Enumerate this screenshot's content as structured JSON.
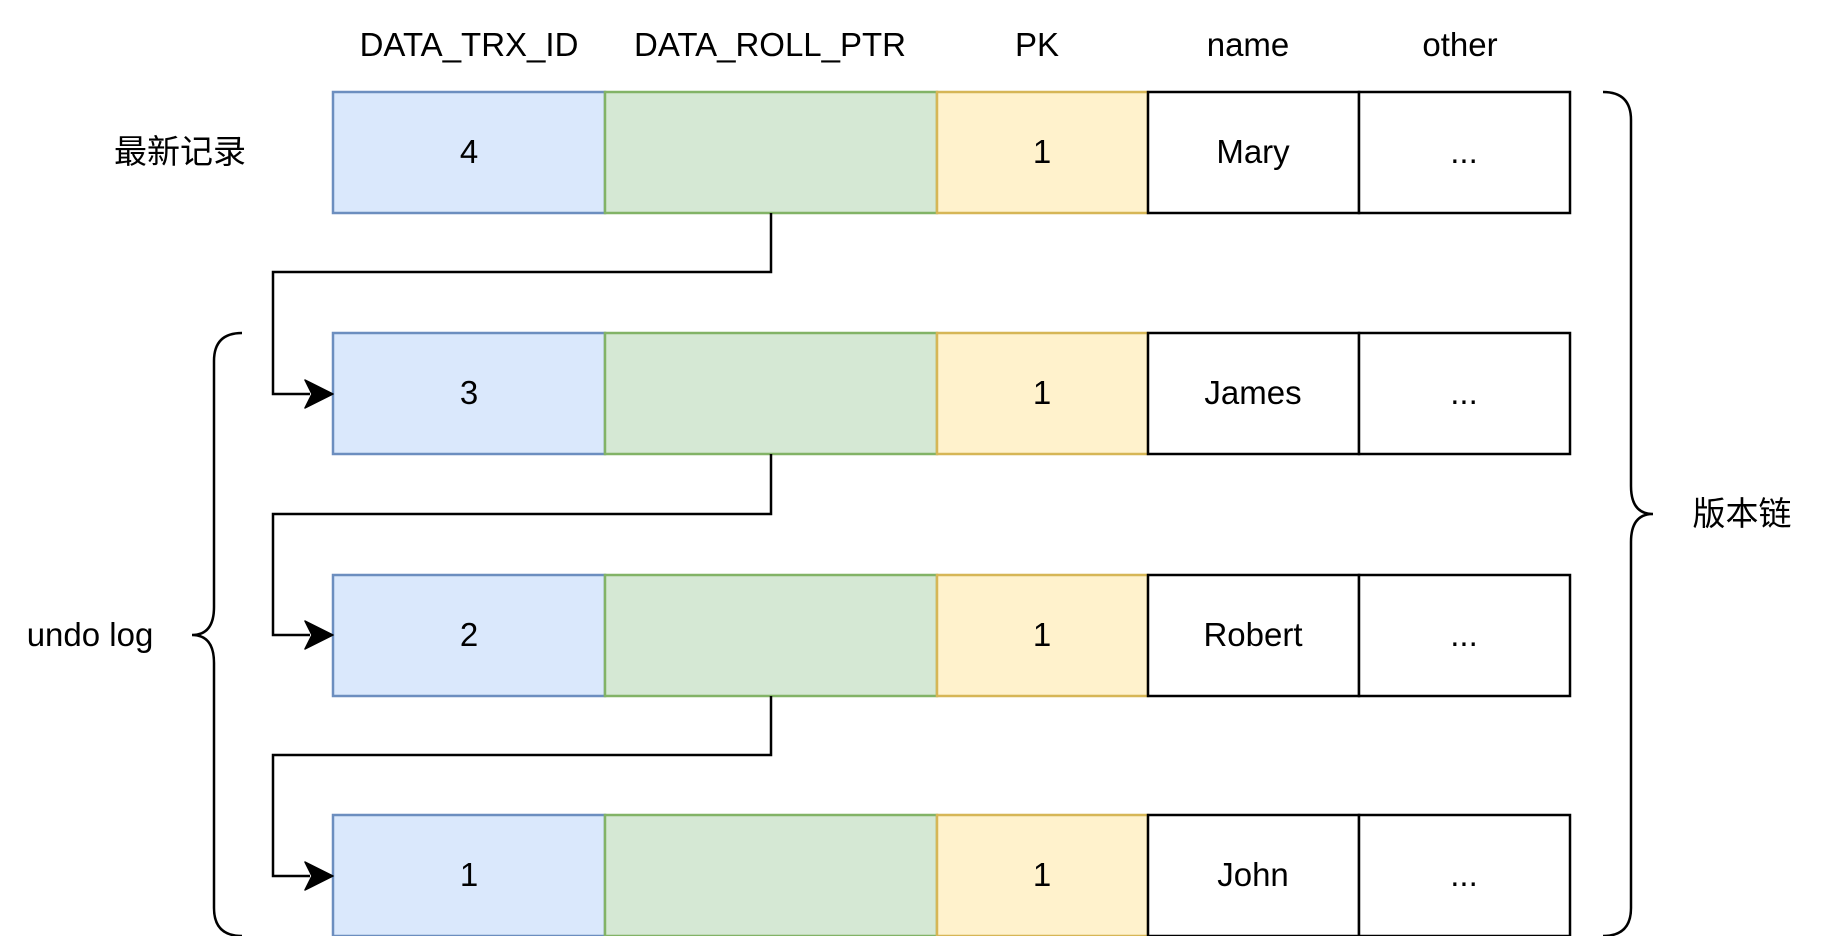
{
  "columns": [
    "DATA_TRX_ID",
    "DATA_ROLL_PTR",
    "PK",
    "name",
    "other"
  ],
  "rows": [
    {
      "trx_id": "4",
      "roll_ptr": "",
      "pk": "1",
      "name": "Mary",
      "other": "..."
    },
    {
      "trx_id": "3",
      "roll_ptr": "",
      "pk": "1",
      "name": "James",
      "other": "..."
    },
    {
      "trx_id": "2",
      "roll_ptr": "",
      "pk": "1",
      "name": "Robert",
      "other": "..."
    },
    {
      "trx_id": "1",
      "roll_ptr": "",
      "pk": "1",
      "name": "John",
      "other": "..."
    }
  ],
  "labels": {
    "latest_record": "最新记录",
    "undo_log": "undo log",
    "version_chain": "版本链"
  },
  "colors": {
    "trx_id_fill": "#dae8fc",
    "trx_id_stroke": "#6c8ebf",
    "roll_ptr_fill": "#d5e8d4",
    "roll_ptr_stroke": "#82b366",
    "pk_fill": "#fff2cc",
    "pk_stroke": "#d6b656",
    "plain_fill": "#ffffff",
    "plain_stroke": "#000000"
  }
}
